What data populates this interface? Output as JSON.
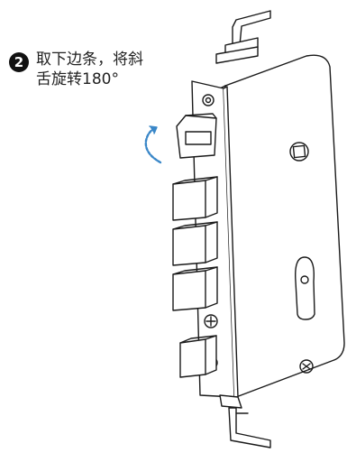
{
  "step": {
    "number": "2",
    "instruction_line1": "取下边条，将斜",
    "instruction_line2": "舌旋转180°"
  },
  "colors": {
    "line": "#1a1a1a",
    "body_fill": "#ffffff",
    "arrow_blue": "#3a87c8"
  },
  "icons": {
    "rotate_arrow": "curved-rotation-arrow",
    "screw_plus": "phillips-screw-icon"
  }
}
